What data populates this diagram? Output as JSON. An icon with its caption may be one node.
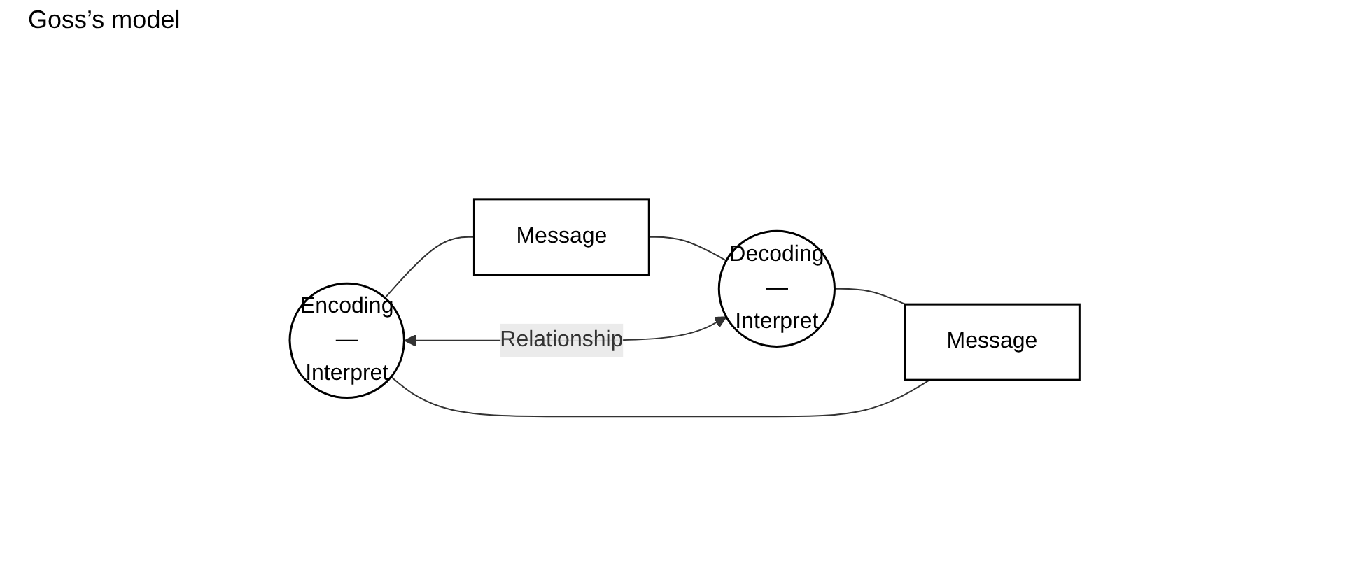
{
  "diagram": {
    "title": "Goss’s model",
    "nodes": [
      {
        "text": [
          "Encoding",
          "—",
          "Interpret"
        ]
      },
      {
        "text": [
          "Message"
        ]
      },
      {
        "text": [
          "Decoding",
          "—",
          "Interpret"
        ]
      },
      {
        "text": [
          "Message"
        ]
      }
    ],
    "edges": [
      {
        "from": 0,
        "to": 1,
        "arrow": "none"
      },
      {
        "from": 1,
        "to": 2,
        "arrow": "none"
      },
      {
        "from": 2,
        "to": 3,
        "arrow": "none"
      },
      {
        "from": 3,
        "to": 0,
        "arrow": "none"
      },
      {
        "from": 0,
        "to": 2,
        "arrow": "both",
        "label": "Relationship"
      }
    ]
  }
}
